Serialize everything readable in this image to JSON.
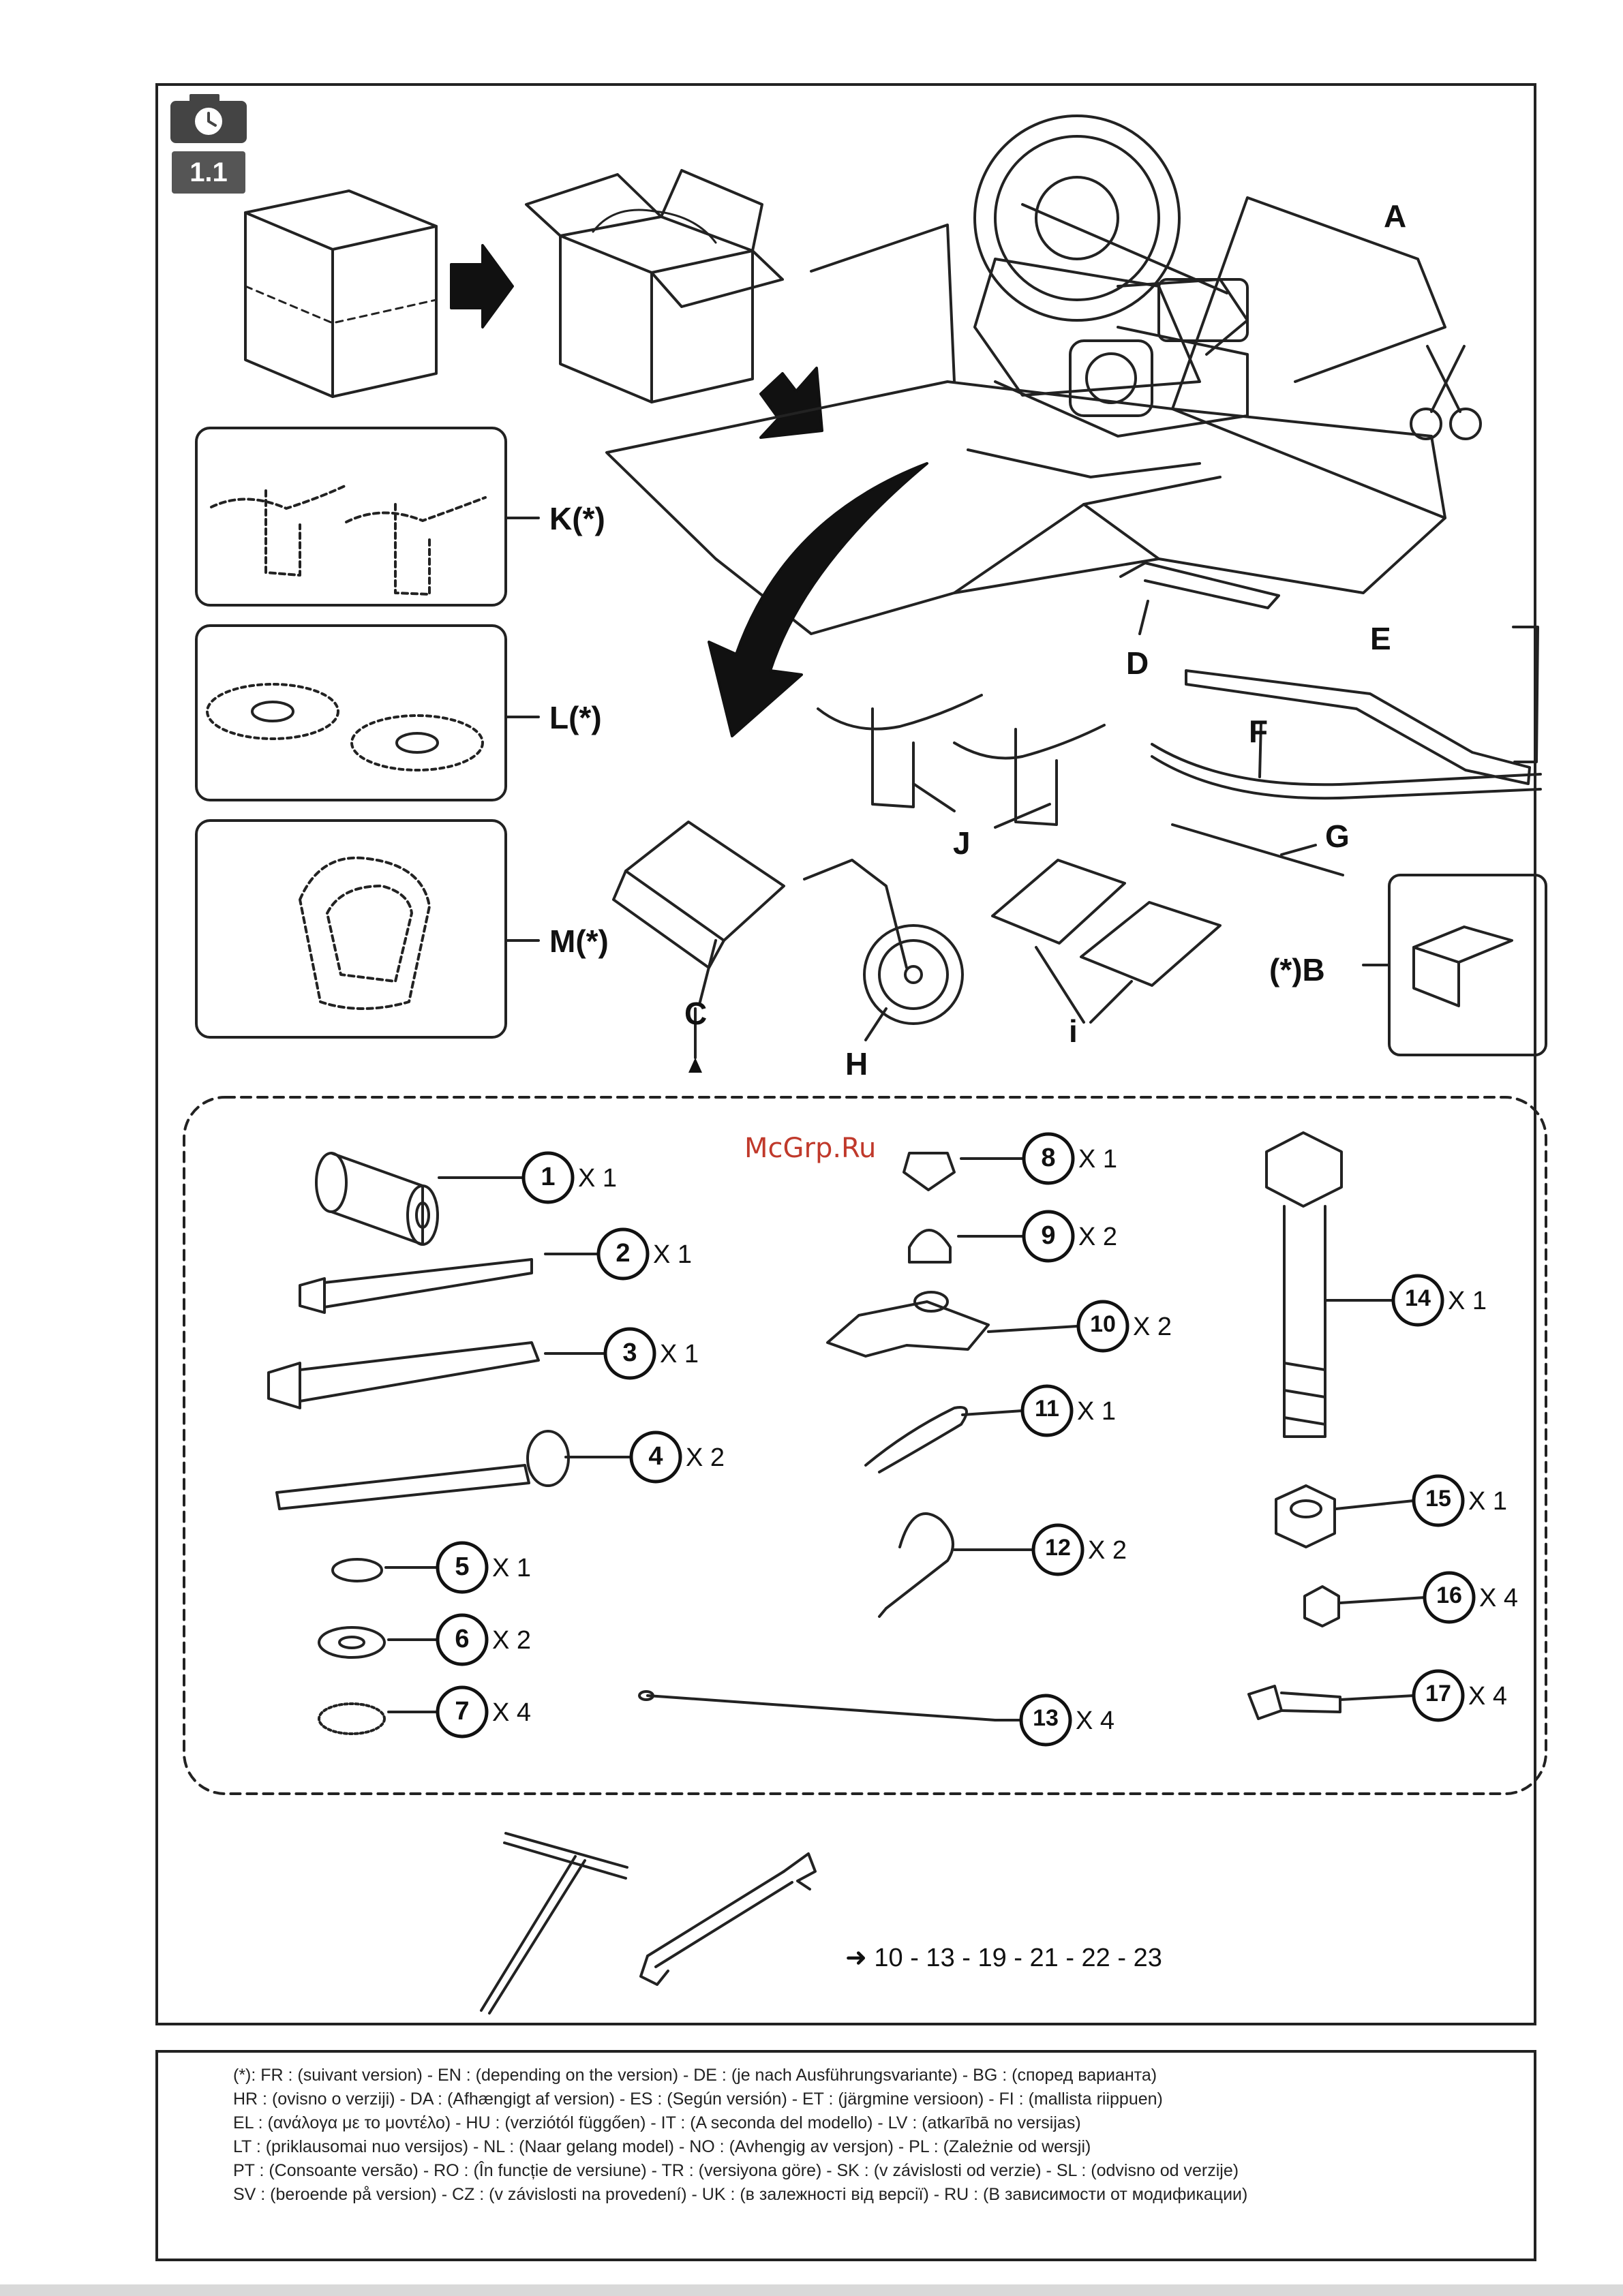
{
  "step": {
    "number": "1.1",
    "icon": "camera-clock-icon"
  },
  "watermark": "McGrp.Ru",
  "labels": {
    "A": "A",
    "B": "(*)B",
    "C": "C",
    "D": "D",
    "E": "E",
    "F": "F",
    "G": "G",
    "H": "H",
    "i": "i",
    "J": "J",
    "K": "K(*)",
    "L": "L(*)",
    "M": "M(*)"
  },
  "parts": [
    {
      "num": "1",
      "qty": "X 1"
    },
    {
      "num": "2",
      "qty": "X 1"
    },
    {
      "num": "3",
      "qty": "X 1"
    },
    {
      "num": "4",
      "qty": "X 2"
    },
    {
      "num": "5",
      "qty": "X 1"
    },
    {
      "num": "6",
      "qty": "X 2"
    },
    {
      "num": "7",
      "qty": "X 4"
    },
    {
      "num": "8",
      "qty": "X 1"
    },
    {
      "num": "9",
      "qty": "X 2"
    },
    {
      "num": "10",
      "qty": "X 2"
    },
    {
      "num": "11",
      "qty": "X 1"
    },
    {
      "num": "12",
      "qty": "X 2"
    },
    {
      "num": "13",
      "qty": "X 4"
    },
    {
      "num": "14",
      "qty": "X 1"
    },
    {
      "num": "15",
      "qty": "X 1"
    },
    {
      "num": "16",
      "qty": "X 4"
    },
    {
      "num": "17",
      "qty": "X 4"
    }
  ],
  "page_refs": "➜ 10 - 13 - 19 - 21 - 22 - 23",
  "footnote": [
    "(*): FR : (suivant version) - EN : (depending on the version) - DE : (je nach Ausführungsvariante) - BG : (според варианта)",
    "HR : (ovisno o verziji) - DA : (Afhængigt af version) - ES : (Según versión) - ET : (järgmine versioon) - FI : (mallista riippuen)",
    "EL : (ανάλογα με το μοντέλο) - HU : (verziótól függően) - IT : (A seconda del modello) - LV : (atkarībā no versijas)",
    "LT : (priklausomai nuo versijos) - NL : (Naar gelang model) - NO : (Avhengig av versjon) - PL : (Zależnie od wersji)",
    "PT : (Consoante versão) - RO : (În funcție de versiune) - TR : (versiyona göre) - SK : (v závislosti od verzie) - SL : (odvisno od verzije)",
    "SV : (beroende på version) - CZ : (v závislosti na provedení) - UK : (в залежності від версії) - RU : (В зависимости от модификации)"
  ]
}
